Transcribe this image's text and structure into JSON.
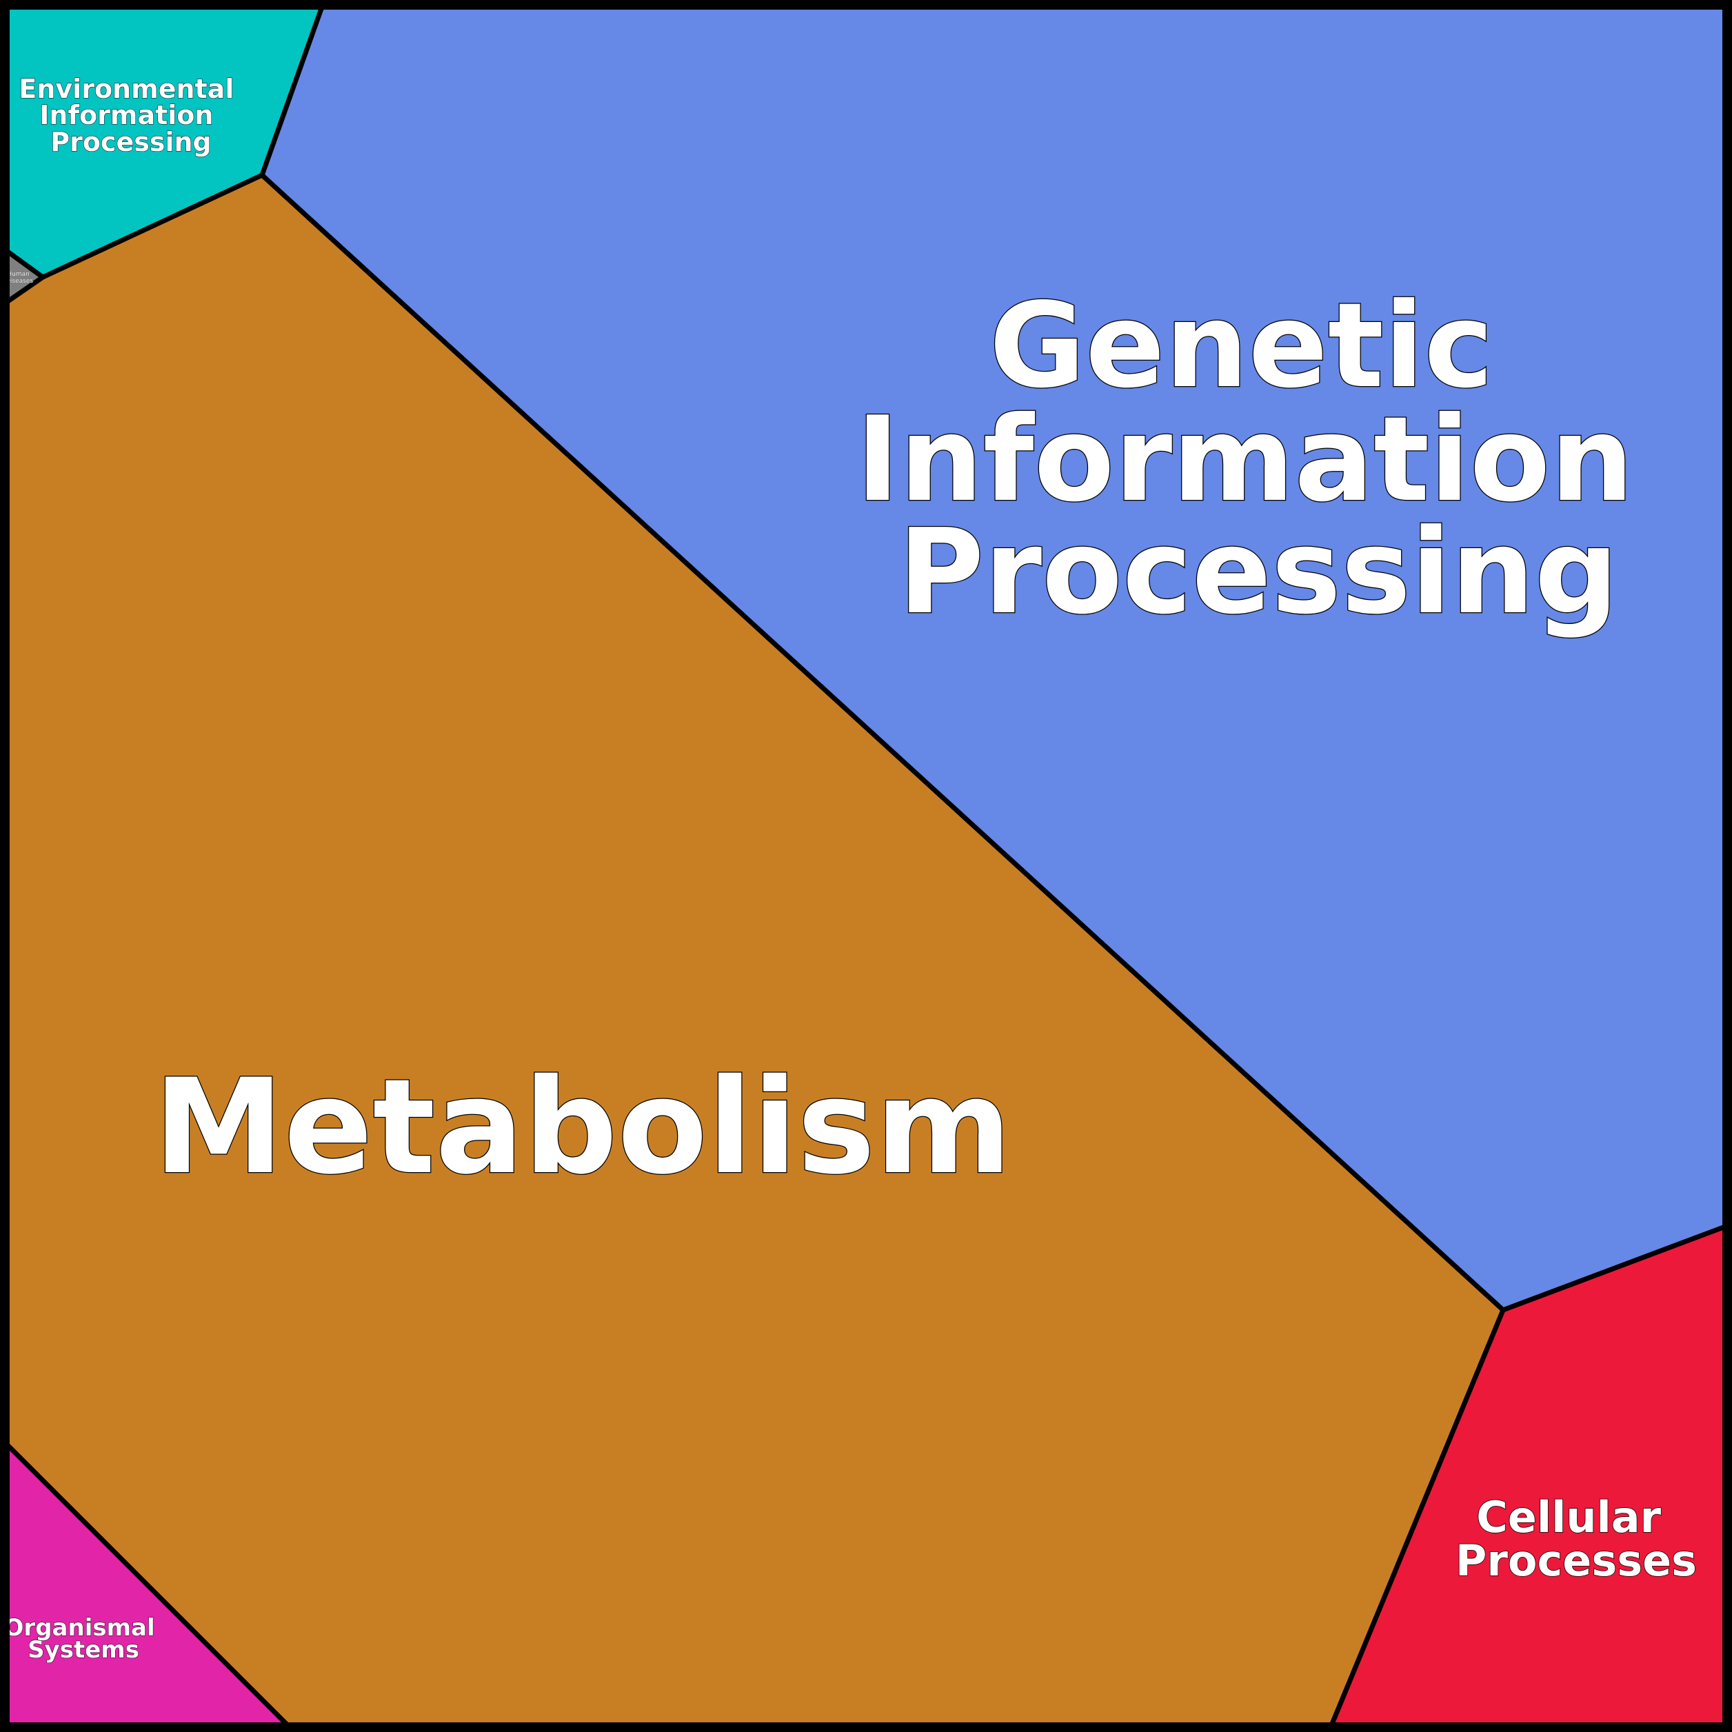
{
  "regions": {
    "genetic": {
      "lines": [
        "Genetic",
        "Information",
        "Processing"
      ],
      "color": "#6688e6"
    },
    "metabolism": {
      "lines": [
        "Metabolism"
      ],
      "color": "#c87f24"
    },
    "environmental": {
      "lines": [
        "Environmental",
        "Information",
        "Processing"
      ],
      "color": "#02c4c1"
    },
    "cellular": {
      "lines": [
        "Cellular",
        "Processes"
      ],
      "color": "#ec193a"
    },
    "organismal": {
      "lines": [
        "Organismal",
        "Systems"
      ],
      "color": "#e224a8"
    },
    "human": {
      "lines": [
        "Human",
        "Diseases"
      ],
      "color": "#808080"
    }
  }
}
